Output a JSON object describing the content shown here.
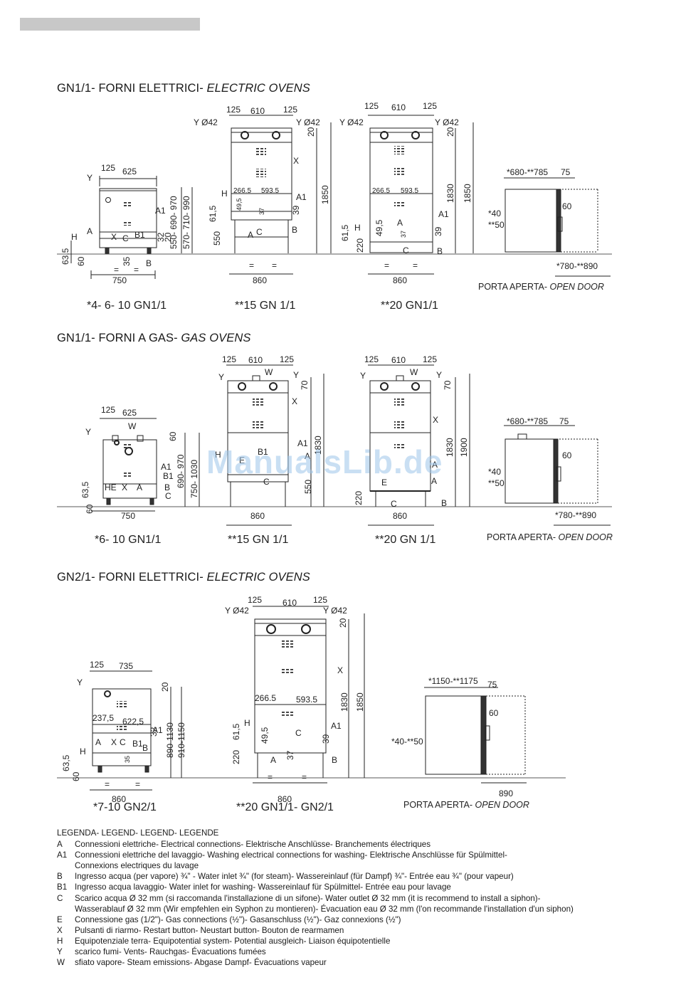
{
  "sections": [
    {
      "title_main": "GN1/1- FORNI ELETTRICI-",
      "title_italic": "ELECTRIC OVENS",
      "models": [
        "*4- 6- 10 GN1/1",
        "**15 GN 1/1",
        "**20 GN1/1"
      ],
      "open_door": {
        "main": "PORTA APERTA-",
        "italic": "OPEN DOOR"
      }
    },
    {
      "title_main": "GN1/1- FORNI A GAS-",
      "title_italic": "GAS OVENS",
      "models": [
        "*6- 10 GN1/1",
        "**15 GN 1/1",
        "**20 GN 1/1"
      ],
      "open_door": {
        "main": "PORTA APERTA-",
        "italic": "OPEN DOOR"
      }
    },
    {
      "title_main": "GN2/1- FORNI ELETTRICI-",
      "title_italic": "ELECTRIC OVENS",
      "models": [
        "*7-10 GN2/1",
        "**20 GN1/1- GN2/1"
      ],
      "open_door": {
        "main": "PORTA APERTA-",
        "italic": "OPEN DOOR"
      }
    }
  ],
  "dims": {
    "s1": {
      "small": {
        "top": [
          "125",
          "625"
        ],
        "base": "750",
        "left": [
          "63,5",
          "60"
        ],
        "right": [
          "550- 690- 970",
          "570- 710- 990"
        ],
        "misc": [
          "20",
          "32",
          "35"
        ]
      },
      "m15": {
        "top": [
          "125",
          "610",
          "125"
        ],
        "y": [
          "Y Ø42",
          "Y Ø42"
        ],
        "inner": [
          "266.5",
          "593.5"
        ],
        "side": [
          "61,5",
          "550",
          "49,5",
          "37",
          "39"
        ],
        "h": [
          "20",
          "1850"
        ],
        "base": "860"
      },
      "m20": {
        "top": [
          "125",
          "610",
          "125"
        ],
        "y": [
          "Y Ø42",
          "Y Ø42"
        ],
        "inner": [
          "266.5",
          "593.5"
        ],
        "side": [
          "61,5",
          "220",
          "49,5",
          "37",
          "39"
        ],
        "h": [
          "20",
          "1830",
          "1850"
        ],
        "base": "860"
      },
      "door": {
        "top": [
          "*680-**785",
          "75"
        ],
        "side": [
          "*40",
          "**50",
          "60"
        ],
        "bottom": "*780-**890"
      }
    },
    "s2": {
      "small": {
        "top": [
          "125",
          "625"
        ],
        "base": "750",
        "left": [
          "63,5",
          "60"
        ],
        "right": [
          "60",
          "690- 970",
          "750- 1030"
        ]
      },
      "m15": {
        "top": [
          "125",
          "610",
          "125"
        ],
        "h": [
          "70",
          "1830",
          "550"
        ],
        "base": "860"
      },
      "m20": {
        "top": [
          "125",
          "610",
          "125"
        ],
        "h": [
          "70",
          "1830",
          "1900",
          "220"
        ],
        "base": "860"
      },
      "door": {
        "top": [
          "*680-**785",
          "75"
        ],
        "side": [
          "*40",
          "**50",
          "60"
        ],
        "bottom": "*780-**890"
      }
    },
    "s3": {
      "small": {
        "top": [
          "125",
          "735"
        ],
        "inner": [
          "237,5",
          "622,5"
        ],
        "base": "860",
        "left": [
          "63,5",
          "60"
        ],
        "right": [
          "20",
          "890-1130",
          "910-1150"
        ],
        "misc": [
          "32",
          "35"
        ]
      },
      "m20": {
        "top": [
          "125",
          "610",
          "125"
        ],
        "y": [
          "Y Ø42",
          "Y Ø42"
        ],
        "inner": [
          "266.5",
          "593.5"
        ],
        "side": [
          "61,5",
          "220",
          "49,5",
          "37",
          "39"
        ],
        "h": [
          "20",
          "1830",
          "1850"
        ],
        "base": "860"
      },
      "door": {
        "top": [
          "*1150-**1175",
          "75"
        ],
        "side": [
          "*40-**50",
          "60"
        ],
        "bottom": "890"
      }
    }
  },
  "legend": {
    "title": "LEGENDA- LEGEND- LEGEND- LEGENDE",
    "items": [
      {
        "code": "A",
        "text": "Connessioni elettriche- Electrical connections- Elektrische Anschlüsse- Branchements électriques"
      },
      {
        "code": "A1",
        "text": "Connessioni elettriche del lavaggio-  Washing electrical connections for washing- Elektrische Anschlüsse für Spülmittel-",
        "cont": "Connexions electriques du lavage"
      },
      {
        "code": "B",
        "text": "Ingresso acqua (per vapore)  ¾\" - Water inlet  ¾\" (for steam)- Wassereinlauf (für Dampf) ¾\"-  Entrée eau ¾\" (pour vapeur)"
      },
      {
        "code": "B1",
        "text": "Ingresso acqua lavaggio- Water inlet  for washing- Wassereinlauf für Spülmittel-  Entrée eau pour lavage"
      },
      {
        "code": "C",
        "text": "Scarico acqua Ø 32 mm  (si raccomanda l'installazione di un sifone)- Water outlet Ø 32 mm  (it is recommend to install a siphon)-",
        "cont": "Wasserablauf Ø 32 mm (Wir empfehlen ein Syphon zu montieren)- Évacuation eau Ø 32 mm (l'on recommande l'installation d'un siphon)"
      },
      {
        "code": "E",
        "text": "Connessione gas (1/2\")- Gas connections (½\")- Gasanschluss (½\")- Gaz connexions (½\")"
      },
      {
        "code": "X",
        "text": "Pulsanti di riarmo-  Restart button-  Neustart button- Bouton de rearmamen"
      },
      {
        "code": "H",
        "text": "Equipotenziale terra- Equipotential system- Potential ausgleich-  Liaison équipotentielle"
      },
      {
        "code": "Y",
        "text": "scarico fumi- Vents- Rauchgas- Évacuations fumées"
      },
      {
        "code": "W",
        "text": "sfiato vapore- Steam emissions- Abgase Dampf- Évacuations vapeur"
      }
    ]
  },
  "watermark": "ManualsLib.de"
}
